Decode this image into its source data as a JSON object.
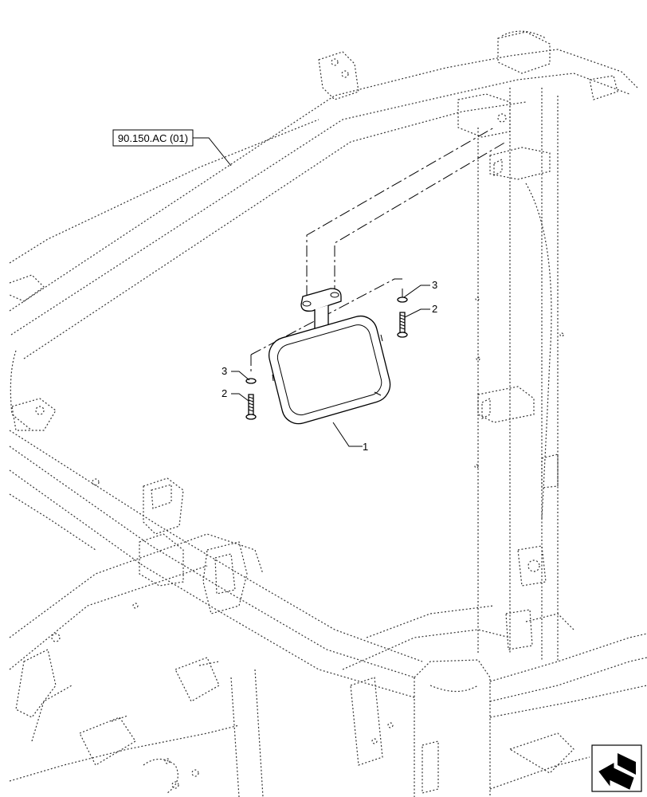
{
  "reference_label": "90.150.AC (01)",
  "callouts": {
    "item1": "1",
    "item2_left": "2",
    "item2_right": "2",
    "item3_left": "3",
    "item3_right": "3"
  },
  "icon": "view-direction-arrow-icon"
}
